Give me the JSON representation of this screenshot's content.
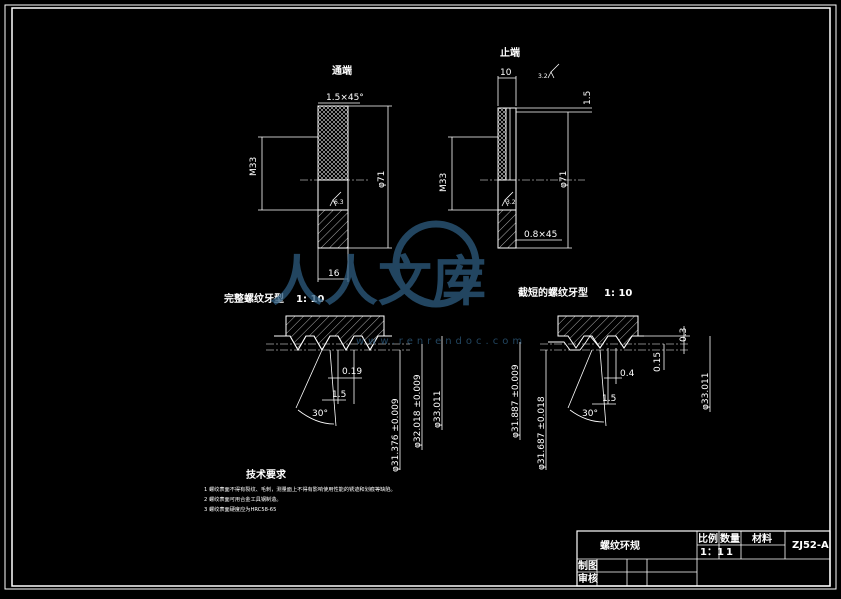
{
  "views": {
    "go_end": {
      "title": "通端",
      "chamfer": "1.5×45°",
      "thread": "M33",
      "diameter": "φ71",
      "width": "16",
      "roughness": "6.3"
    },
    "stop_end": {
      "title": "止端",
      "width": "10",
      "roughness_label": "3.2",
      "chamfer_side": "1.5",
      "thread": "M33",
      "diameter": "φ71",
      "chamfer": "0.8×45",
      "roughness": "3.2"
    }
  },
  "profiles": {
    "complete": {
      "title": "完整螺纹牙型",
      "scale": "1: 10",
      "dims": [
        "0.19",
        "1.5",
        "30°",
        "φ31.376 ±0.009",
        "φ32.018 ±0.009",
        "φ33.011"
      ]
    },
    "truncated": {
      "title": "截短的螺纹牙型",
      "scale": "1: 10",
      "dims": [
        "0.3",
        "0.15",
        "0.4",
        "1.5",
        "30°",
        "φ31.887 ±0.009",
        "φ31.687 ±0.018",
        "φ33.011"
      ]
    }
  },
  "tech": {
    "title": "技术要求",
    "items": [
      "1 螺纹表面不得有裂纹、毛刺，测量面上不得有影响使用性能的锈迹和划痕等缺陷。",
      "2 螺纹表面可用合金工具钢制造。",
      "3 螺纹表面硬度应为HRC58-65"
    ]
  },
  "title_block": {
    "name": "螺纹环规",
    "h_scale": "比例",
    "h_qty": "数量",
    "h_material": "材料",
    "v_scale": "1：1",
    "v_qty": "1",
    "drawing_no": "ZJ52-A",
    "drawn": "制图",
    "checked": "审核"
  },
  "watermark": {
    "text": "人人文库",
    "url": "www.renrendoc.com"
  }
}
